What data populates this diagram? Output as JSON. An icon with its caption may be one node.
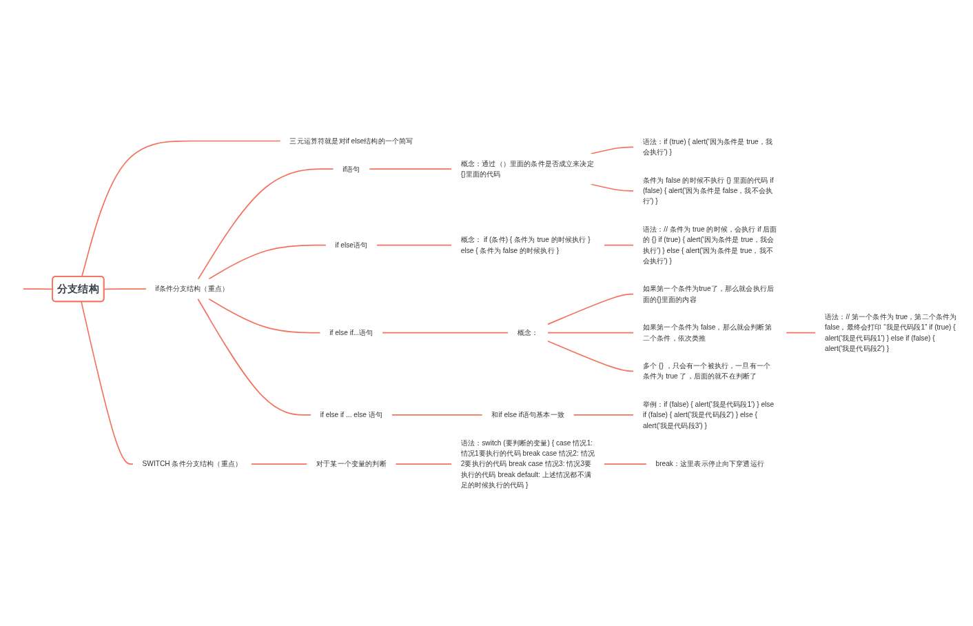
{
  "diagram": {
    "nodes": [
      {
        "text": [
          "分支结构"
        ]
      },
      {
        "text": [
          "三元运算符就是对if else结构的一个简写"
        ]
      },
      {
        "text": [
          "if条件分支结构（重点）"
        ]
      },
      {
        "text": [
          "if语句"
        ]
      },
      {
        "text": [
          "概念：通过（）里面的条件是否成立来决定{}里面的代码"
        ]
      },
      {
        "text": [
          "语法：if (true) { alert('因为条件是 true，我会执行') }"
        ]
      },
      {
        "text": [
          "条件为 false 的时候不执行 {} 里面的代码 if (false) { alert('因为条件是 false，我不会执行') }"
        ]
      },
      {
        "text": [
          "if else语句"
        ]
      },
      {
        "text": [
          "概念： if (条件) { 条件为 true 的时候执行 } else { 条件为 false 的时候执行 }"
        ]
      },
      {
        "text": [
          "语法：// 条件为 true 的时候，会执行 if 后面的 {} if (true) { alert('因为条件是 true，我会执行') } else { alert('因为条件是 true，我不会执行') }"
        ]
      },
      {
        "text": [
          "if else if...语句"
        ]
      },
      {
        "text": [
          "概念："
        ]
      },
      {
        "text": [
          "如果第一个条件为true了，那么就会执行后面的{}里面的内容"
        ]
      },
      {
        "text": [
          "如果第一个条件为 false，那么就会判断第二个条件，依次类推"
        ]
      },
      {
        "text": [
          "语法：// 第一个条件为 true，第二个条件为 false，最终会打印 “我是代码段1” if (true) { alert('我是代码段1') } else if (false) { alert('我是代码段2') }"
        ]
      },
      {
        "text": [
          "多个 {} ，只会有一个被执行，一旦有一个条件为 true 了，后面的就不在判断了"
        ]
      },
      {
        "text": [
          "if else if ... else 语句"
        ]
      },
      {
        "text": [
          "和if else if语句基本一致"
        ]
      },
      {
        "text": [
          "举例：if (false) { alert('我是代码段1') } else if (false) { alert('我是代码段2') } else { alert('我是代码段3') }"
        ]
      },
      {
        "text": [
          "SWITCH 条件分支结构（重点）"
        ]
      },
      {
        "text": [
          "对于某一个变量的判断"
        ]
      },
      {
        "text": [
          "语法：switch (要判断的变量) { case 情况1: 情况1要执行的代码 break case 情况2: 情况2要执行的代码 break case 情况3: 情况3要执行的代码 break default: 上述情况都不满足的时候执行的代码 }"
        ]
      },
      {
        "text": [
          "break：这里表示停止向下穿透运行"
        ]
      }
    ],
    "edges": [
      {
        "from": null,
        "to": 0,
        "arrow": "none"
      },
      {
        "from": 0,
        "to": 1,
        "arrow": "none"
      },
      {
        "from": 0,
        "to": 2,
        "arrow": "none"
      },
      {
        "from": 2,
        "to": 3,
        "arrow": "none"
      },
      {
        "from": 3,
        "to": 4,
        "arrow": "none"
      },
      {
        "from": 4,
        "to": 5,
        "arrow": "none"
      },
      {
        "from": 4,
        "to": 6,
        "arrow": "none"
      },
      {
        "from": 2,
        "to": 7,
        "arrow": "none"
      },
      {
        "from": 7,
        "to": 8,
        "arrow": "none"
      },
      {
        "from": 8,
        "to": 9,
        "arrow": "none"
      },
      {
        "from": 2,
        "to": 10,
        "arrow": "none"
      },
      {
        "from": 10,
        "to": 11,
        "arrow": "none"
      },
      {
        "from": 11,
        "to": 12,
        "arrow": "none"
      },
      {
        "from": 11,
        "to": 13,
        "arrow": "none"
      },
      {
        "from": 13,
        "to": 14,
        "arrow": "none"
      },
      {
        "from": 11,
        "to": 15,
        "arrow": "none"
      },
      {
        "from": 2,
        "to": 16,
        "arrow": "none"
      },
      {
        "from": 16,
        "to": 17,
        "arrow": "none"
      },
      {
        "from": 17,
        "to": 18,
        "arrow": "none"
      },
      {
        "from": 0,
        "to": 19,
        "arrow": "none"
      },
      {
        "from": 19,
        "to": 20,
        "arrow": "none"
      },
      {
        "from": 20,
        "to": 21,
        "arrow": "none"
      },
      {
        "from": 21,
        "to": 22,
        "arrow": "none"
      }
    ]
  }
}
